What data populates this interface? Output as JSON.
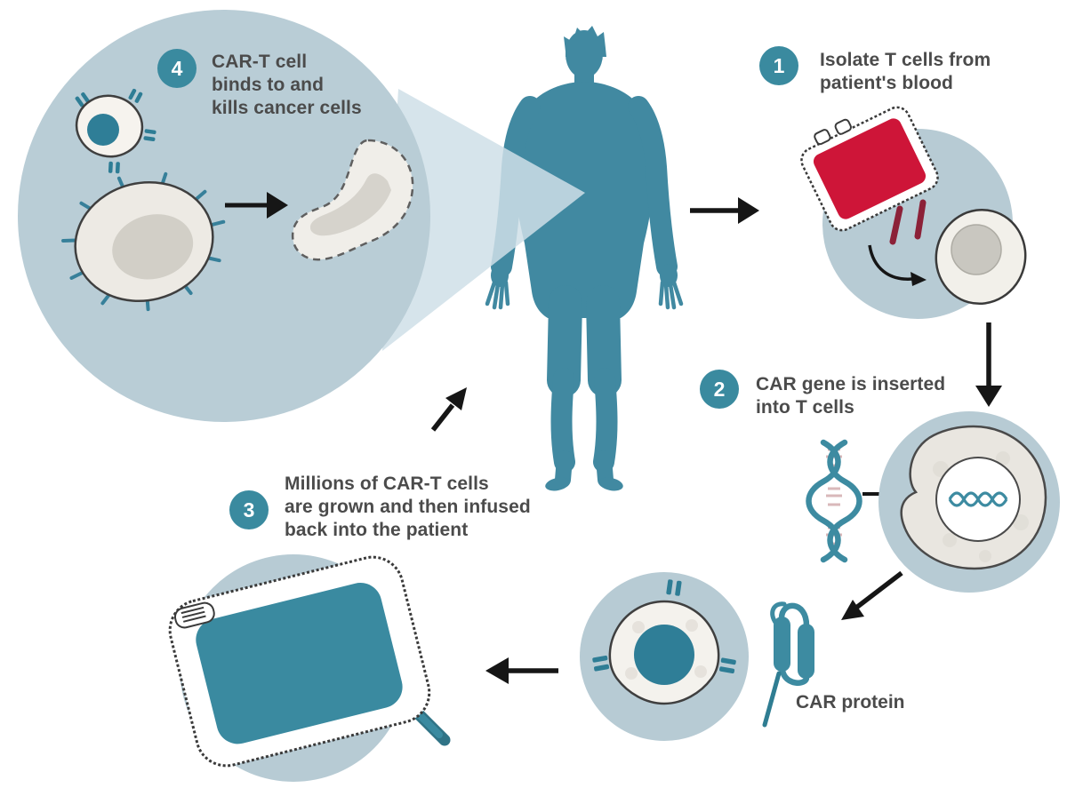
{
  "steps": [
    {
      "number": "1",
      "text": "Isolate T cells from\npatient's blood"
    },
    {
      "number": "2",
      "text": "CAR gene is inserted\ninto T cells"
    },
    {
      "number": "3",
      "text": "Millions of CAR-T cells\nare grown and then infused\nback into the patient"
    },
    {
      "number": "4",
      "text": "CAR-T cell\nbinds to and\nkills cancer cells"
    }
  ],
  "labels": {
    "car_protein": "CAR protein"
  },
  "colors": {
    "figure_teal": "#4189a1",
    "badge_teal": "#3a8a9f",
    "nucleus_teal": "#2f7e97",
    "iv_bag_teal": "#3a8aa0",
    "light_circle": "#b7cbd4",
    "bubble_blue": "#b9cdd6",
    "cone_blue": "#cfdfe7",
    "blood_red": "#ce1538",
    "tube_dark_red": "#8c2138",
    "cell_body_cream": "#efece6",
    "cell_nucleus_gray": "#d2cfc7",
    "text_gray": "#4b4b4b",
    "arrow_black": "#161616"
  }
}
